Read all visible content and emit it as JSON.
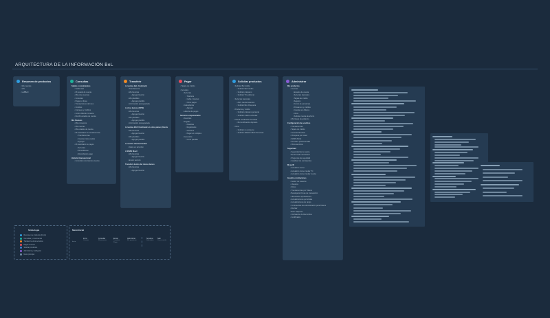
{
  "header": {
    "title": "ARQUITECTURA DE LA INFORMACIÓN BeL"
  },
  "cards": [
    {
      "key": "resumen",
      "title": "Resumen de productos",
      "color": "#2f9de0",
      "items": [
        {
          "t": "Mis cuentas",
          "l": 1
        },
        {
          "t": "IAS",
          "l": 1
        },
        {
          "t": "HuBBoX",
          "l": 1
        }
      ]
    },
    {
      "key": "consultas",
      "title": "Consultas",
      "color": "#1fb39a",
      "items": [
        {
          "t": "Saldos y movimientos",
          "l": 0,
          "b": true
        },
        {
          "t": "Saldo total",
          "l": 1
        },
        {
          "t": "Mi estado de cuenta",
          "l": 1
        },
        {
          "t": "Mis otras cuentas",
          "l": 1
        },
        {
          "t": "Consultar",
          "l": 1
        },
        {
          "t": "Pagar en línea",
          "l": 1
        },
        {
          "t": "Transacciones del mes",
          "l": 1
        },
        {
          "t": "Créditos",
          "l": 1
        },
        {
          "t": "Intereses y créditos",
          "l": 1
        },
        {
          "t": "Cobro diferido consulta",
          "l": 1
        },
        {
          "t": "Recibir estados de cuenta",
          "l": 1
        },
        {
          "t": "Mis finanzas",
          "l": 0,
          "b": true,
          "g": true
        },
        {
          "t": "Mis consumos",
          "l": 1
        },
        {
          "t": "Mis cuentas",
          "l": 1
        },
        {
          "t": "Mis estados de cuenta",
          "l": 1
        },
        {
          "t": "Mi calendario de transferencias",
          "l": 1
        },
        {
          "t": "Transferencias",
          "l": 2
        },
        {
          "t": "Cuentas más usadas",
          "l": 2
        },
        {
          "t": "Agregar",
          "l": 2
        },
        {
          "t": "Mi calendario de pagos",
          "l": 1
        },
        {
          "t": "Servicios",
          "l": 2
        },
        {
          "t": "Domiciliación",
          "l": 2
        },
        {
          "t": "Recordatorio pago",
          "l": 2
        },
        {
          "t": "Historial transaccional",
          "l": 0,
          "b": true,
          "g": true
        },
        {
          "t": "Consultar movimientos cuenta",
          "l": 1
        }
      ]
    },
    {
      "key": "transferir",
      "title": "Transferir",
      "color": "#f08a24",
      "items": [
        {
          "t": "A cuentas BeL Credimatic",
          "l": 0,
          "b": true
        },
        {
          "t": "Transferencia",
          "l": 1
        },
        {
          "t": "Mis favoritos",
          "l": 1
        },
        {
          "t": "Agregar favorito",
          "l": 2
        },
        {
          "t": "Mis plantillas",
          "l": 1
        },
        {
          "t": "Agregar plantilla",
          "l": 2
        },
        {
          "t": "Información prenegociada",
          "l": 1
        },
        {
          "t": "A otros bancos (SPEI)",
          "l": 0,
          "b": true,
          "g": true
        },
        {
          "t": "Mis favoritos",
          "l": 1
        },
        {
          "t": "Agregar favorito",
          "l": 2
        },
        {
          "t": "Mis plantillas",
          "l": 1
        },
        {
          "t": "Agregar plantilla",
          "l": 2
        },
        {
          "t": "Información prenegociada",
          "l": 1
        },
        {
          "t": "A cuentas BAC Credimatic en otros países (Internacional)",
          "l": 0,
          "b": true,
          "g": true
        },
        {
          "t": "Mis favoritos",
          "l": 1
        },
        {
          "t": "Agregar favorito",
          "l": 2
        },
        {
          "t": "Mis plantillas",
          "l": 1
        },
        {
          "t": "Agregar plantilla",
          "l": 2
        },
        {
          "t": "A cuentas internacionales",
          "l": 0,
          "b": true,
          "g": true
        },
        {
          "t": "Datos en tal orden",
          "l": 1
        },
        {
          "t": "A SINPE Movil",
          "l": 0,
          "b": true,
          "g": true
        },
        {
          "t": "Mis favoritos",
          "l": 1
        },
        {
          "t": "Agregar favorito",
          "l": 2
        },
        {
          "t": "Enviar servicio",
          "l": 1
        },
        {
          "t": "Transferir dentro del mismo banco",
          "l": 0,
          "b": true,
          "g": true
        },
        {
          "t": "Mis favoritos",
          "l": 1
        },
        {
          "t": "Agregar favorito",
          "l": 2
        }
      ]
    },
    {
      "key": "pagar",
      "title": "Pagar",
      "color": "#e64a5b",
      "items": [
        {
          "t": "Tarjeta de crédito",
          "l": 0
        },
        {
          "t": "Servicios",
          "l": 0,
          "g": true
        },
        {
          "t": "Servicios",
          "l": 1
        },
        {
          "t": "Telefonía",
          "l": 2
        },
        {
          "t": "Cable / Internet",
          "l": 2
        },
        {
          "t": "Otros pagos",
          "l": 2
        },
        {
          "t": "Calendarizar",
          "l": 1
        },
        {
          "t": "Agregar",
          "l": 2
        },
        {
          "t": "Historial de pagos",
          "l": 1
        },
        {
          "t": "Servicios empresariales",
          "l": 0,
          "b": true,
          "g": true
        },
        {
          "t": "Favoritos",
          "l": 1
        },
        {
          "t": "Pagado",
          "l": 1
        },
        {
          "t": "Plantillas",
          "l": 2
        },
        {
          "t": "Registrados",
          "l": 2
        },
        {
          "t": "Gestores",
          "l": 2
        },
        {
          "t": "Pagar en múltiples",
          "l": 2
        },
        {
          "t": "Impuestos",
          "l": 1
        },
        {
          "t": "Crear plantilla",
          "l": 2
        }
      ]
    },
    {
      "key": "solicitar",
      "title": "Solicitar productos",
      "color": "#2f9de0",
      "items": [
        {
          "t": "Solicitar Bel crédito",
          "l": 0
        },
        {
          "t": "Solicitar Bel Crédito",
          "l": 1
        },
        {
          "t": "Solicitar préstamo",
          "l": 1
        },
        {
          "t": "Solicitar TC adicional",
          "l": 1
        },
        {
          "t": "Servicios bancarios",
          "l": 0,
          "g": true
        },
        {
          "t": "Abrir cuenta bancaria",
          "l": 1
        },
        {
          "t": "Solicitar BeL Chequera",
          "l": 1
        },
        {
          "t": "Productos y crédito",
          "l": 0,
          "g": true
        },
        {
          "t": "Solicitar préstamo personal",
          "l": 1
        },
        {
          "t": "Solicitar crédito vehicular",
          "l": 1
        },
        {
          "t": "Nueva certificación bancaria",
          "l": 0,
          "g": true
        },
        {
          "t": "Bel certificación depósito",
          "l": 1
        },
        {
          "t": "Otros",
          "l": 0,
          "g": true
        },
        {
          "t": "Solicitar un consumo",
          "l": 1
        },
        {
          "t": "Solicitar afiliación BAC Personas",
          "l": 1
        }
      ]
    },
    {
      "key": "administrar",
      "title": "Administrar",
      "color": "#8b5cd6",
      "items": [
        {
          "t": "Mis productos",
          "l": 0,
          "b": true
        },
        {
          "t": "Cuentas",
          "l": 1
        },
        {
          "t": "Estados de cuenta",
          "l": 2
        },
        {
          "t": "Servicios bancarios",
          "l": 2
        },
        {
          "t": "Tarjeta de crédito",
          "l": 2
        },
        {
          "t": "Seguros",
          "l": 2
        },
        {
          "t": "Fondo de pensiones",
          "l": 2
        },
        {
          "t": "Préstamos y créditos",
          "l": 2
        },
        {
          "t": "Cuentas en dólares",
          "l": 2
        },
        {
          "t": "Otros",
          "l": 2
        },
        {
          "t": "Solicitar cuenta de ahorro",
          "l": 2
        },
        {
          "t": "Mis lineas de gobierno",
          "l": 1
        },
        {
          "t": "Configuración de servicios",
          "l": 0,
          "b": true,
          "g": true
        },
        {
          "t": "Transferencias",
          "l": 1
        },
        {
          "t": "Tarjeta de crédito",
          "l": 1
        },
        {
          "t": "Cuentas favoritas",
          "l": 1
        },
        {
          "t": "Chequera por canal",
          "l": 1
        },
        {
          "t": "SINPE Móvil",
          "l": 1
        },
        {
          "t": "Servicios preferenciales",
          "l": 1
        },
        {
          "t": "Otros servicios",
          "l": 1
        },
        {
          "t": "Seguridad",
          "l": 0,
          "b": true,
          "g": true
        },
        {
          "t": "Seguridad de la cuenta",
          "l": 1
        },
        {
          "t": "Bel Firmado electrónico",
          "l": 1
        },
        {
          "t": "Preguntas de seguridad",
          "l": 1
        },
        {
          "t": "Cambiar mis contraseñas",
          "l": 1
        },
        {
          "t": "Mi perfil",
          "l": 0,
          "b": true,
          "g": true
        },
        {
          "t": "Actualizar correo",
          "l": 1
        },
        {
          "t": "Actualizar correo celular TC",
          "l": 1
        },
        {
          "t": "Actualizar correo celular cuenta",
          "l": 1
        },
        {
          "t": "Gestión e invitaciones",
          "l": 0,
          "b": true,
          "g": true
        },
        {
          "t": "Gestor de usuarios",
          "l": 1
        },
        {
          "t": "Usuarios",
          "l": 1
        },
        {
          "t": "Roles",
          "l": 1
        },
        {
          "t": "Transferencias por Tokens",
          "l": 1
        },
        {
          "t": "Bandeja de firmas de transacción",
          "l": 1
        },
        {
          "t": "Historial de aprobaciones",
          "l": 1
        },
        {
          "t": "Actualizaciones permitidas",
          "l": 1
        },
        {
          "t": "Actualizaciones de rango",
          "l": 1
        },
        {
          "t": "Contraseñas de administración para Tokens",
          "l": 1
        },
        {
          "t": "Revisar",
          "l": 1
        },
        {
          "t": "BAC Objetivos",
          "l": 1
        },
        {
          "t": "Verificación de Recorridos",
          "l": 1
        },
        {
          "t": "Certificados",
          "l": 1
        }
      ]
    }
  ],
  "legend": {
    "title": "Simbología",
    "rows": [
      {
        "label": "Resumen de productos (Inicio)",
        "color": "#2f9de0"
      },
      {
        "label": "Consultas y movimientos",
        "color": "#1fb39a"
      },
      {
        "label": "Transferir a otros servicios",
        "color": "#f08a24"
      },
      {
        "label": "Pagar servicios",
        "color": "#e64a5b"
      },
      {
        "label": "Solicitar productos",
        "color": "#3f7fd1"
      },
      {
        "label": "Administrar y configurar",
        "color": "#8b5cd6"
      },
      {
        "label": "Menú principal",
        "color": "#6f8ba4"
      }
    ]
  },
  "menu": {
    "title": "Menú Inicial",
    "first": "Inicio",
    "columns": [
      {
        "head": "Inicio",
        "items": [
          "Cuentas"
        ]
      },
      {
        "head": "Consultar",
        "items": [
          "Movimientos"
        ]
      },
      {
        "head": "Enviar",
        "items": [
          "Transferir",
          "Pagar"
        ]
      },
      {
        "head": "Administrar",
        "items": [
          "Mis productos"
        ]
      },
      {
        "head": "Servicios",
        "items": [
          "Solicitudes"
        ]
      },
      {
        "head": "Salir",
        "items": [
          "Cerrar sesión"
        ]
      }
    ]
  }
}
